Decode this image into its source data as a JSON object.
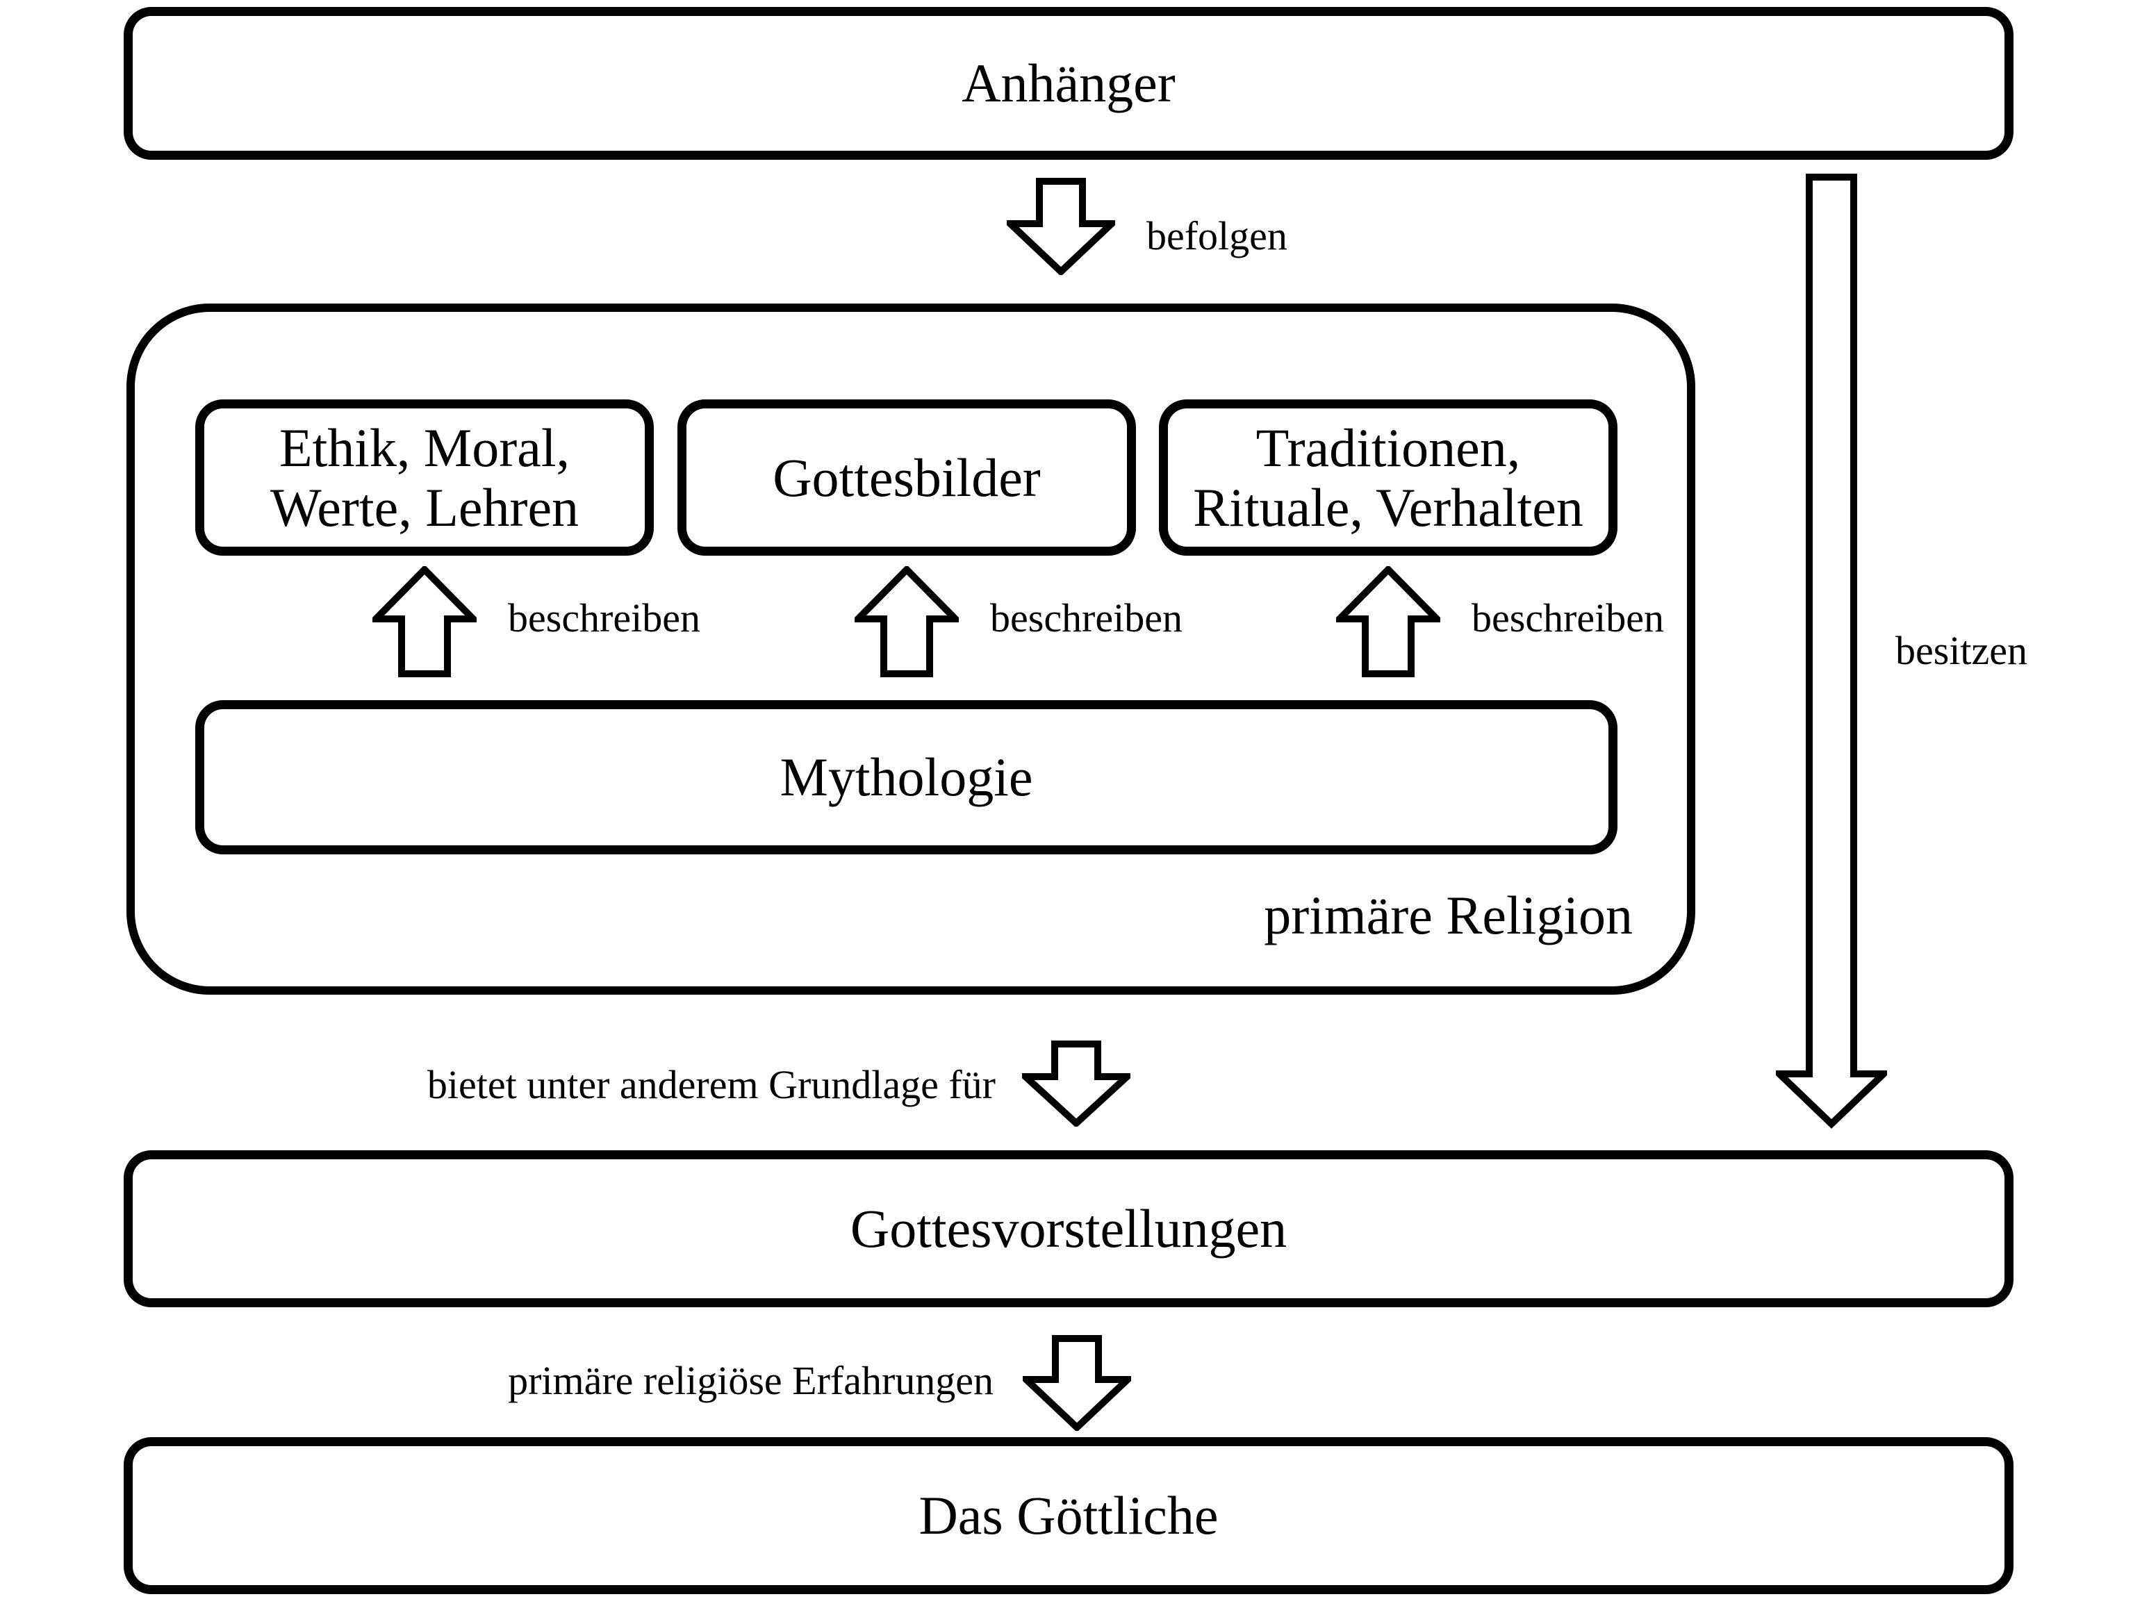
{
  "page": {
    "background": "#ffffff",
    "stroke_color": "#000000",
    "text_color": "#000000"
  },
  "nodes": {
    "anhaenger": "Anhänger",
    "ethik_line1": "Ethik, Moral,",
    "ethik_line2": "Werte, Lehren",
    "gottesbilder": "Gottesbilder",
    "traditionen_line1": "Traditionen,",
    "traditionen_line2": "Rituale, Verhalten",
    "mythologie": "Mythologie",
    "container_label": "primäre Religion",
    "gottesvorstellungen": "Gottesvorstellungen",
    "das_goettliche": "Das Göttliche"
  },
  "edges": {
    "befolgen": "befolgen",
    "beschreiben_1": "beschreiben",
    "beschreiben_2": "beschreiben",
    "beschreiben_3": "beschreiben",
    "bietet": "bietet unter anderem Grundlage für",
    "besitzen": "besitzen",
    "erfahrungen": "primäre religiöse Erfahrungen"
  }
}
